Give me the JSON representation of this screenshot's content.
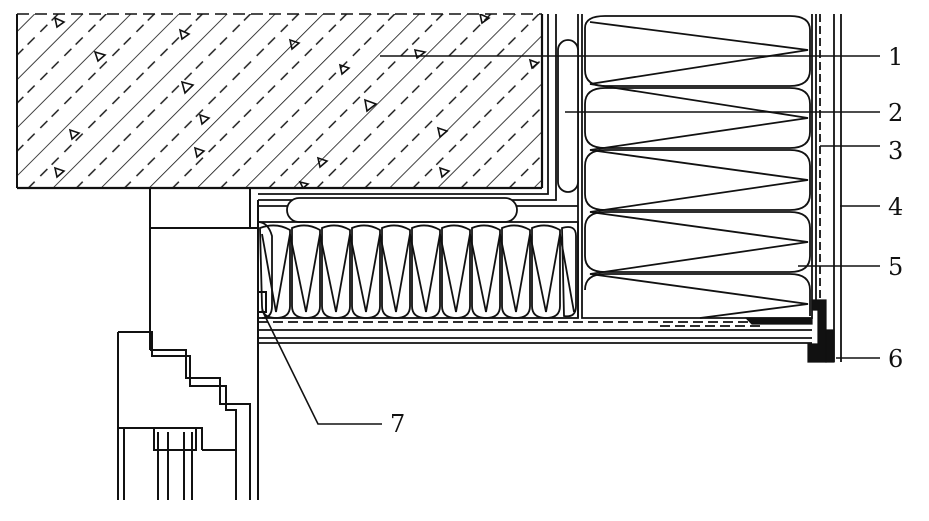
{
  "diagram": {
    "title": "",
    "colors": {
      "ink": "#111111",
      "background": "#ffffff"
    },
    "callouts": [
      {
        "id": "1",
        "label": "1"
      },
      {
        "id": "2",
        "label": "2"
      },
      {
        "id": "3",
        "label": "3"
      },
      {
        "id": "4",
        "label": "4"
      },
      {
        "id": "5",
        "label": "5"
      },
      {
        "id": "6",
        "label": "6"
      },
      {
        "id": "7",
        "label": "7"
      }
    ]
  }
}
